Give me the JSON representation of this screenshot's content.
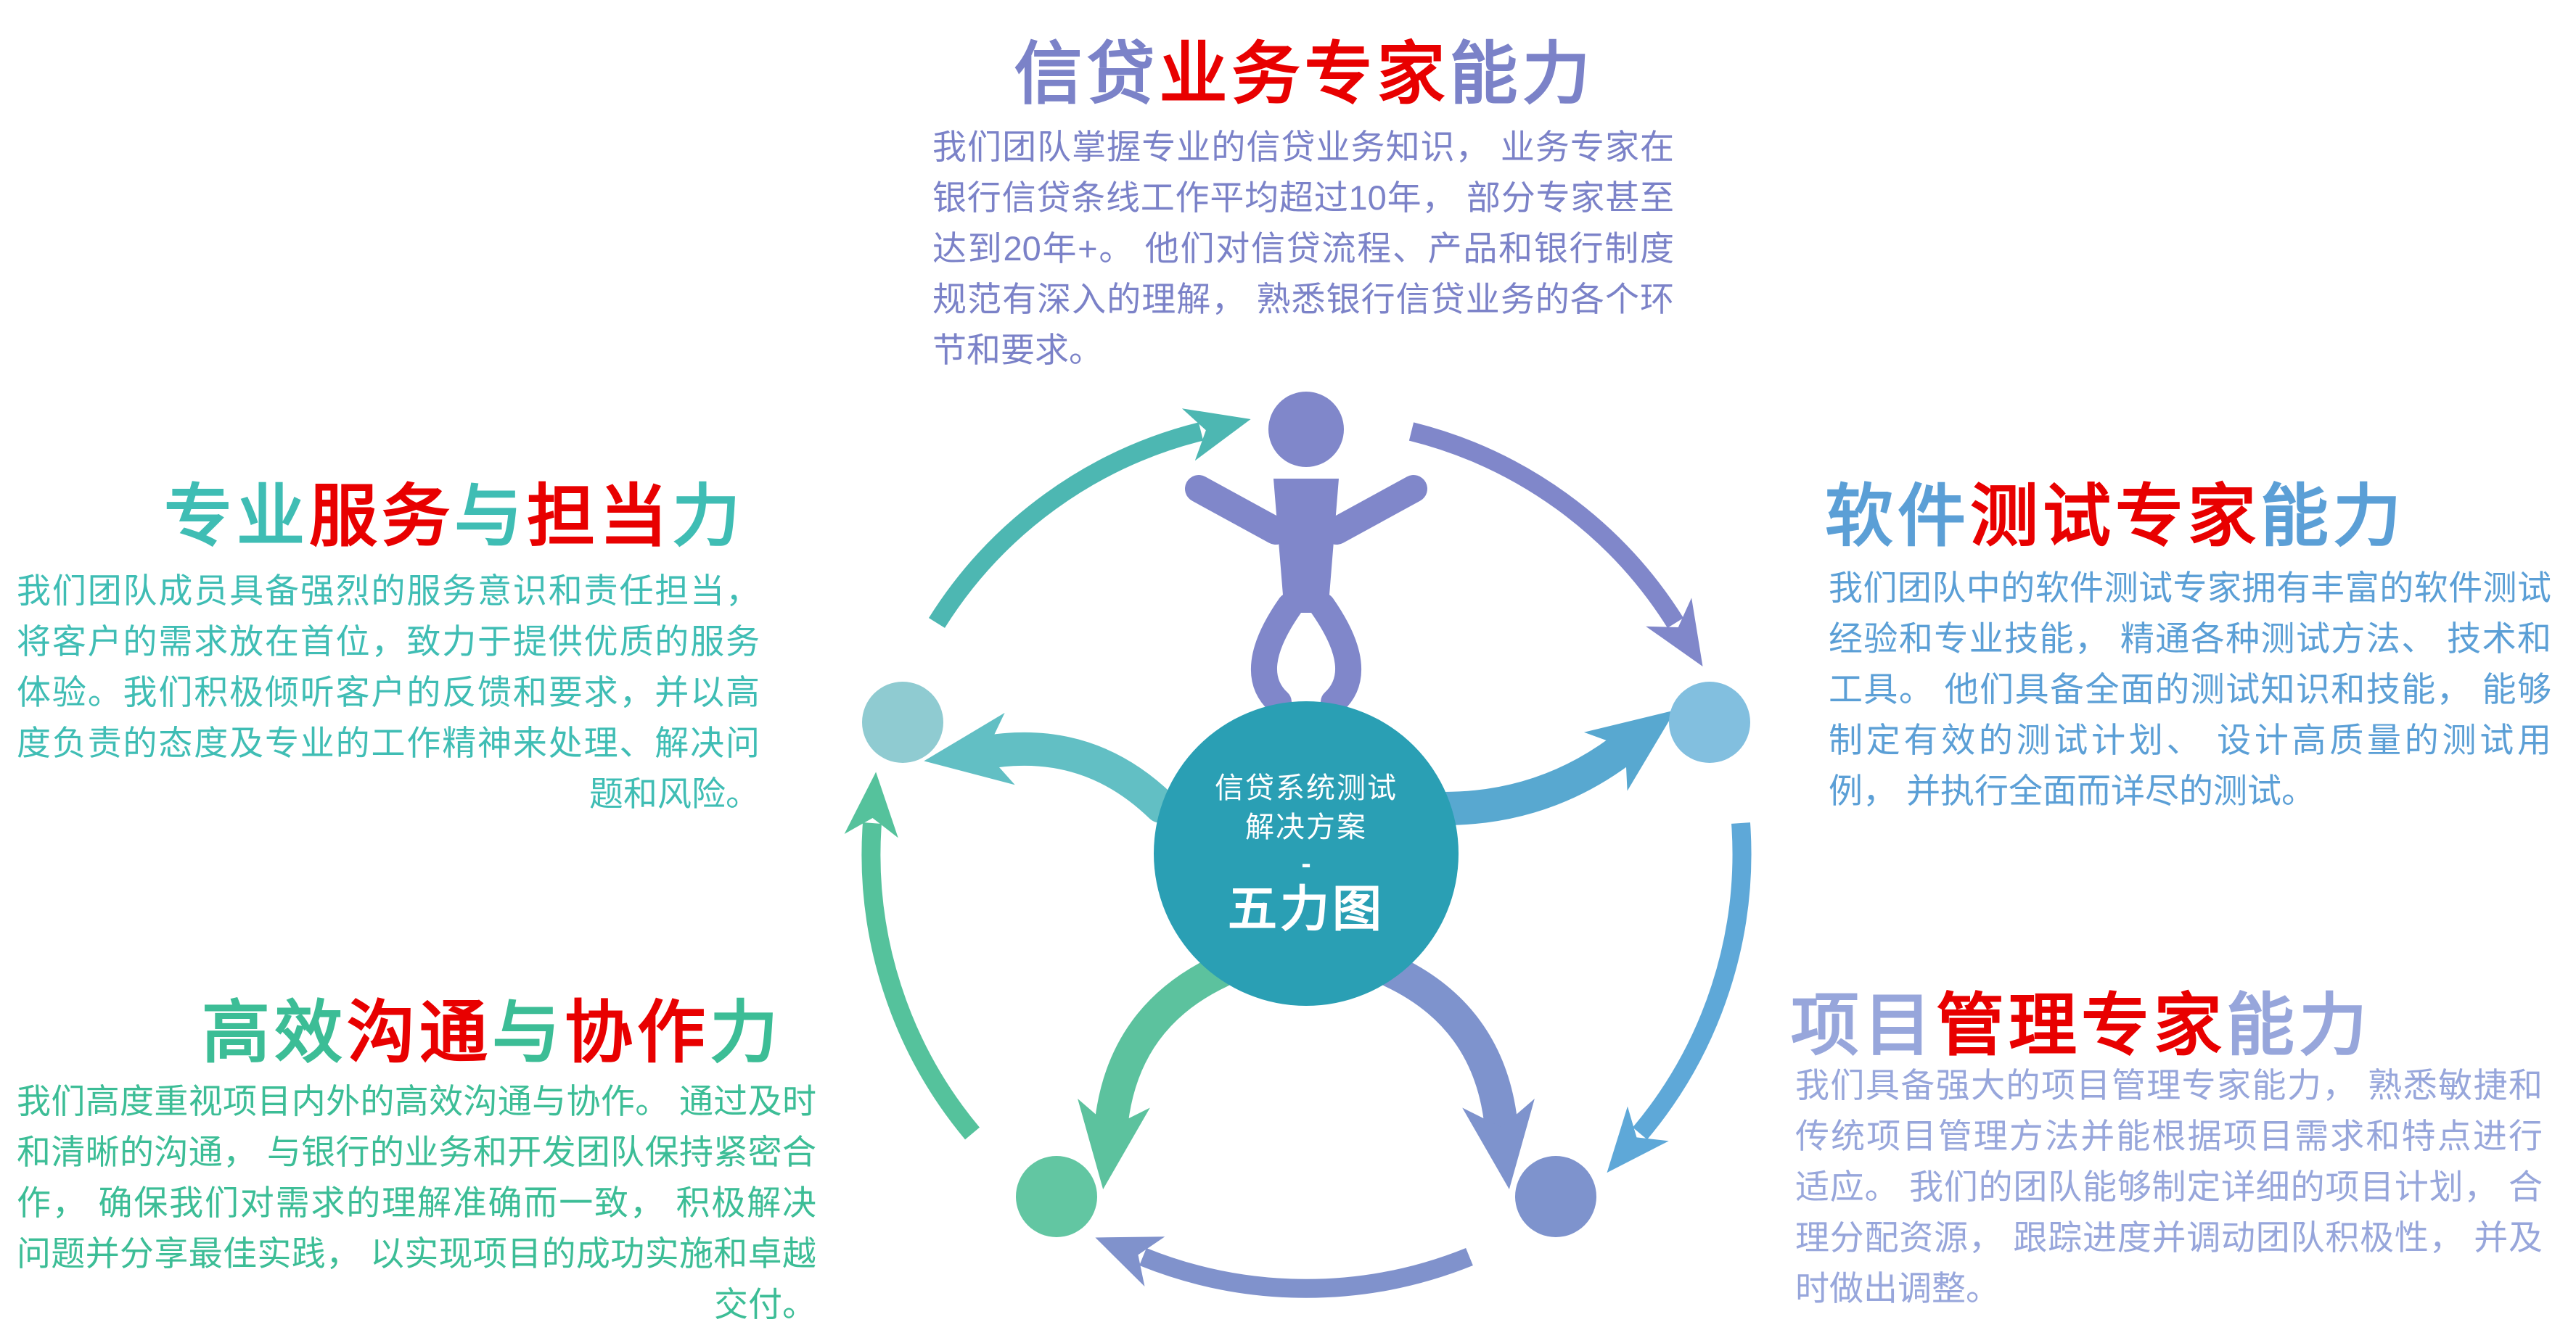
{
  "center": {
    "line1": "信贷系统测试",
    "line2": "解决方案",
    "dash": "-",
    "label": "五力图"
  },
  "sections": {
    "top": {
      "title": [
        "信贷",
        "业务专家",
        "能力"
      ],
      "body": "我们团队掌握专业的信贷业务知识， 业务专家在银行信贷条线工作平均超过10年， 部分专家甚至达到20年+。 他们对信贷流程、产品和银行制度规范有深入的理解， 熟悉银行信贷业务的各个环节和要求。",
      "accent": "#7b82c8"
    },
    "left_upper": {
      "title": [
        "专业",
        "服务",
        "与",
        "担当",
        "力"
      ],
      "body": "我们团队成员具备强烈的服务意识和责任担当，将客户的需求放在首位，致力于提供优质的服务体验。我们积极倾听客户的反馈和要求，并以高度负责的态度及专业的工作精神来处理、解决问题和风险。",
      "accent": "#3fbdb4"
    },
    "right_upper": {
      "title": [
        "软件",
        "测试专家",
        "能力"
      ],
      "body": "我们团队中的软件测试专家拥有丰富的软件测试经验和专业技能， 精通各种测试方法、 技术和工具。 他们具备全面的测试知识和技能， 能够制定有效的测试计划、 设计高质量的测试用例， 并执行全面而详尽的测试。",
      "accent": "#5b9fd6"
    },
    "left_lower": {
      "title": [
        "高效",
        "沟通",
        "与",
        "协作",
        "力"
      ],
      "body": "我们高度重视项目内外的高效沟通与协作。 通过及时和清晰的沟通， 与银行的业务和开发团队保持紧密合作， 确保我们对需求的理解准确而一致， 积极解决问题并分享最佳实践， 以实现项目的成功实施和卓越交付。",
      "accent": "#3cbd96"
    },
    "right_lower": {
      "title": [
        "项目",
        "管理专家",
        "能力"
      ],
      "body": "我们具备强大的项目管理专家能力， 熟悉敏捷和传统项目管理方法并能根据项目需求和特点进行适应。 我们的团队能够制定详细的项目计划， 合理分配资源， 跟踪进度并调动团队积极性， 并及时做出调整。",
      "accent": "#97a6db"
    }
  },
  "colors": {
    "highlight_red": "#e80000",
    "center_circle": "#2a9fb4",
    "figure_top": "#8087ca",
    "node_right": "#82bfdf",
    "node_bottom_right": "#7e93cd",
    "node_bottom_left": "#62c6a2",
    "node_left": "#8fcbd1",
    "arc_teal": "#4db7b2",
    "arc_purple": "#8087ca",
    "arc_blue": "#5ea8d8",
    "arc_blue_purple": "#8092cc",
    "arc_green": "#55c29c"
  }
}
